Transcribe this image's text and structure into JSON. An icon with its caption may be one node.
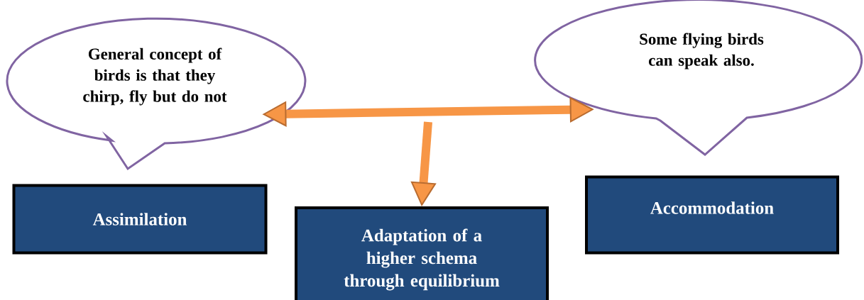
{
  "diagram": {
    "nodes": [
      {
        "text": [
          "General concept of birds is that they chirp, fly but do not"
        ]
      },
      {
        "text": [
          "Some flying birds can speak also."
        ]
      },
      {
        "text": [
          "Assimilation"
        ]
      },
      {
        "text": [
          "Accommodation"
        ]
      },
      {
        "text": [
          "Adaptation of a higher schema through equilibrium"
        ]
      }
    ],
    "edges": [
      {
        "from": 0,
        "to": 1,
        "arrow": "both"
      },
      {
        "from": null,
        "to": 4,
        "arrow": "to"
      }
    ]
  }
}
